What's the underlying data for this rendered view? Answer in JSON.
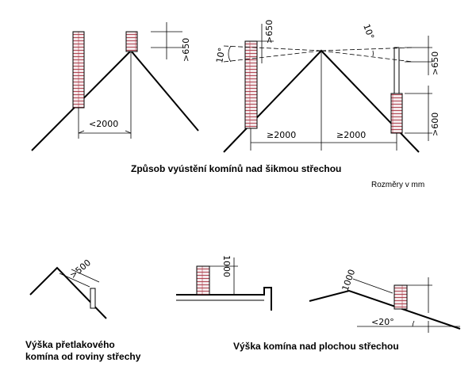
{
  "captions": {
    "slanted_roof": "Způsob vyústění komínů nad šikmou střechou",
    "units": "Rozměry v mm",
    "overpressure_line1": "Výška přetlakového",
    "overpressure_line2": "komína od roviny střechy",
    "flat_roof": "Výška komína nad plochou střechou"
  },
  "dimensions": {
    "d_lt_2000": "<2000",
    "d_gt_650_a": ">650",
    "d_gt_650_b": ">650",
    "d_gt_650_c": ">650",
    "d_gt_2000_a": "≥2000",
    "d_gt_2000_b": "≥2000",
    "d_gt_600": ">600",
    "angle_10_a": "10°",
    "angle_10_b": "10°",
    "d_gt_500": ">500",
    "d_1000_a": "1000",
    "d_1000_b": "1000",
    "angle_lt_20": "<20°"
  },
  "colors": {
    "line": "#000000",
    "brick": "#a01e2e",
    "chimney_fill": "#f4e8ea"
  }
}
